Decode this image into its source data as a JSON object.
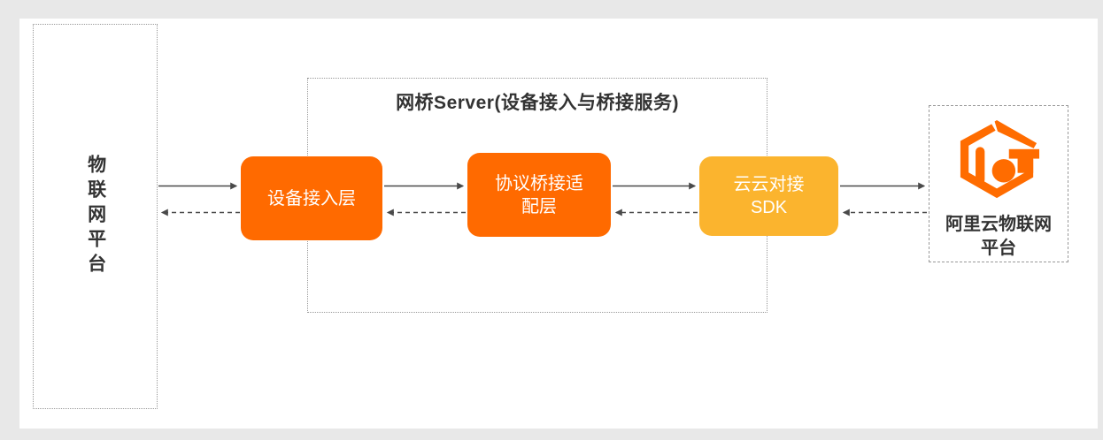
{
  "diagram": {
    "source_platform": {
      "label": "物联网平台"
    },
    "bridge_server": {
      "title": "网桥Server(设备接入与桥接服务)",
      "nodes": [
        {
          "label": "设备接入层"
        },
        {
          "label": "协议桥接适\n配层"
        },
        {
          "label": "云云对接\nSDK"
        }
      ]
    },
    "target_platform": {
      "label": "阿里云物联网\n平台",
      "logo": "aliyun-iot-logo"
    },
    "connections": [
      {
        "from": "source_platform",
        "to": "device-access-node",
        "style": "solid",
        "direction": "right"
      },
      {
        "from": "device-access-node",
        "to": "source_platform",
        "style": "dashed",
        "direction": "left"
      },
      {
        "from": "device-access-node",
        "to": "protocol-bridge-node",
        "style": "solid",
        "direction": "right"
      },
      {
        "from": "protocol-bridge-node",
        "to": "device-access-node",
        "style": "dashed",
        "direction": "left"
      },
      {
        "from": "protocol-bridge-node",
        "to": "cloud-sdk-node",
        "style": "solid",
        "direction": "right"
      },
      {
        "from": "cloud-sdk-node",
        "to": "protocol-bridge-node",
        "style": "dashed",
        "direction": "left"
      },
      {
        "from": "cloud-sdk-node",
        "to": "target_platform",
        "style": "solid",
        "direction": "right"
      },
      {
        "from": "target_platform",
        "to": "cloud-sdk-node",
        "style": "dashed",
        "direction": "left"
      }
    ],
    "colors": {
      "node_orange": "#FF6A00",
      "node_amber": "#FBB42E",
      "logo_orange": "#FF6C00",
      "arrow_gray": "#4A4A4A",
      "border_gray": "#9A9A9A",
      "text_dark": "#333333",
      "page_bg": "#E8E8E8",
      "card_bg": "#FFFFFF"
    }
  }
}
